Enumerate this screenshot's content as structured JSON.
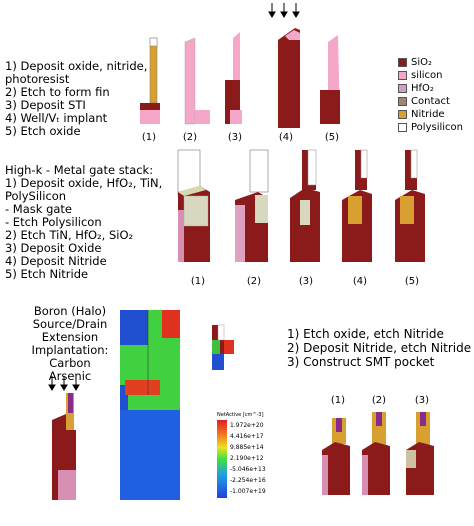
{
  "process1": {
    "steps": [
      "1) Deposit oxide, nitride,",
      "photoresist",
      "2) Etch to form fin",
      "3) Deposit STI",
      "4) Well/Vₜ implant",
      "5) Etch oxide"
    ],
    "panel_labels": [
      "(1)",
      "(2)",
      "(3)",
      "(4)",
      "(5)"
    ]
  },
  "legend": {
    "items": [
      {
        "label": "SiO₂",
        "color": "#8b1a1a"
      },
      {
        "label": "silicon",
        "color": "#f4a7c8"
      },
      {
        "label": "HfO₂",
        "color": "#cfa0c8"
      },
      {
        "label": "Contact",
        "color": "#9b8870"
      },
      {
        "label": "Nitride",
        "color": "#d8a030"
      },
      {
        "label": "Polysilicon",
        "color": "#ffffff"
      }
    ]
  },
  "process2": {
    "steps": [
      "High-k - Metal gate stack:",
      "1) Deposit oxide, HfO₂, TiN,",
      "PolySilicon",
      "  -  Mask gate",
      "  -  Etch Polysilicon",
      "2) Etch TiN, HfO₂, SiO₂",
      "3) Deposit Oxide",
      "4) Deposit Nitride",
      "5) Etch Nitride"
    ],
    "panel_labels": [
      "(1)",
      "(2)",
      "(3)",
      "(4)",
      "(5)"
    ]
  },
  "process3": {
    "steps": [
      "Boron (Halo)",
      "Source/Drain",
      "Extension",
      "Implantation:",
      "Carbon",
      "Arsenic"
    ]
  },
  "process4": {
    "steps": [
      "1) Etch oxide, etch Nitride",
      "2) Deposit Nitride, etch Nitride",
      "3) Construct SMT pocket"
    ],
    "panel_labels": [
      "(1)",
      "(2)",
      "(3)"
    ]
  },
  "colorbar": {
    "title": "NetActive [cm^-3]",
    "ticks": [
      "1.972e+20",
      "4.416e+17",
      "9.885e+14",
      "2.190e+12",
      "-5.046e+13",
      "-2.254e+16",
      "-1.007e+19"
    ]
  }
}
